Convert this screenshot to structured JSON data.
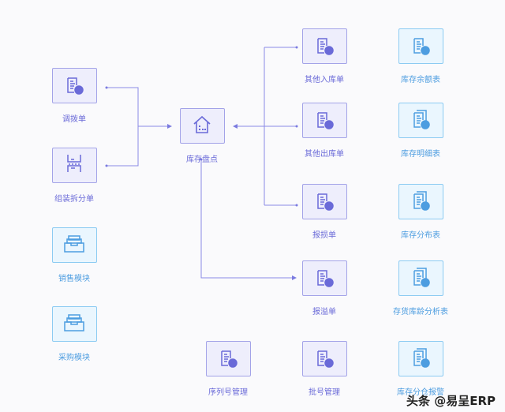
{
  "nodes": [
    {
      "id": "transfer",
      "label": "调拨单",
      "icon": "document-transfer-icon",
      "theme": "purple"
    },
    {
      "id": "assembly",
      "label": "组装拆分单",
      "icon": "assembly-split-icon",
      "theme": "purple"
    },
    {
      "id": "sales",
      "label": "销售模块",
      "icon": "tray-module-icon",
      "theme": "blue"
    },
    {
      "id": "purchase",
      "label": "采购模块",
      "icon": "tray-module-icon",
      "theme": "blue"
    },
    {
      "id": "stocktake",
      "label": "库存盘点",
      "icon": "warehouse-icon",
      "theme": "purple"
    },
    {
      "id": "other_in",
      "label": "其他入库单",
      "icon": "document-in-icon",
      "theme": "purple"
    },
    {
      "id": "other_out",
      "label": "其他出库单",
      "icon": "document-out-icon",
      "theme": "purple"
    },
    {
      "id": "loss",
      "label": "报损单",
      "icon": "document-loss-icon",
      "theme": "purple"
    },
    {
      "id": "overflow",
      "label": "报溢单",
      "icon": "document-overflow-icon",
      "theme": "purple"
    },
    {
      "id": "serial",
      "label": "序列号管理",
      "icon": "document-check-icon",
      "theme": "purple"
    },
    {
      "id": "batch",
      "label": "批号管理",
      "icon": "document-check-icon",
      "theme": "purple"
    },
    {
      "id": "balance",
      "label": "库存余额表",
      "icon": "document-yen-icon",
      "theme": "blue"
    },
    {
      "id": "detail",
      "label": "库存明细表",
      "icon": "documents-yen-icon",
      "theme": "blue"
    },
    {
      "id": "distribution",
      "label": "库存分布表",
      "icon": "documents-location-icon",
      "theme": "blue"
    },
    {
      "id": "aging",
      "label": "存货库龄分析表",
      "icon": "documents-chart-icon",
      "theme": "blue"
    },
    {
      "id": "warehouse_alert",
      "label": "库存分仓报警",
      "icon": "documents-alarm-icon",
      "theme": "blue"
    }
  ],
  "watermark": "头条 @易呈ERP",
  "colors": {
    "purple": "#6a6ad8",
    "blue": "#4d9de0",
    "line": "#7b7be0"
  }
}
